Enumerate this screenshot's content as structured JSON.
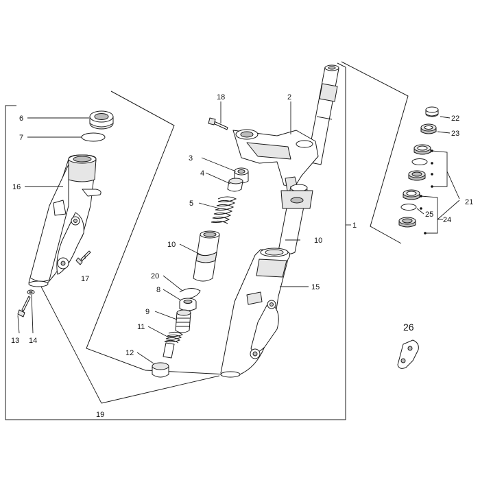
{
  "diagram": {
    "callouts": [
      {
        "id": "c1",
        "text": "1"
      },
      {
        "id": "c2",
        "text": "2"
      },
      {
        "id": "c3",
        "text": "3"
      },
      {
        "id": "c4",
        "text": "4"
      },
      {
        "id": "c5",
        "text": "5"
      },
      {
        "id": "c6",
        "text": "6"
      },
      {
        "id": "c7",
        "text": "7"
      },
      {
        "id": "c8",
        "text": "8"
      },
      {
        "id": "c9",
        "text": "9"
      },
      {
        "id": "c10a",
        "text": "10"
      },
      {
        "id": "c10b",
        "text": "10"
      },
      {
        "id": "c11",
        "text": "11"
      },
      {
        "id": "c12",
        "text": "12"
      },
      {
        "id": "c13",
        "text": "13"
      },
      {
        "id": "c14",
        "text": "14"
      },
      {
        "id": "c15",
        "text": "15"
      },
      {
        "id": "c16",
        "text": "16"
      },
      {
        "id": "c17",
        "text": "17"
      },
      {
        "id": "c18",
        "text": "18"
      },
      {
        "id": "c19",
        "text": "19"
      },
      {
        "id": "c20",
        "text": "20"
      },
      {
        "id": "c21",
        "text": "21"
      },
      {
        "id": "c22",
        "text": "22"
      },
      {
        "id": "c23",
        "text": "23"
      },
      {
        "id": "c24",
        "text": "24"
      },
      {
        "id": "c25",
        "text": "25"
      },
      {
        "id": "c26",
        "text": "26"
      }
    ]
  }
}
